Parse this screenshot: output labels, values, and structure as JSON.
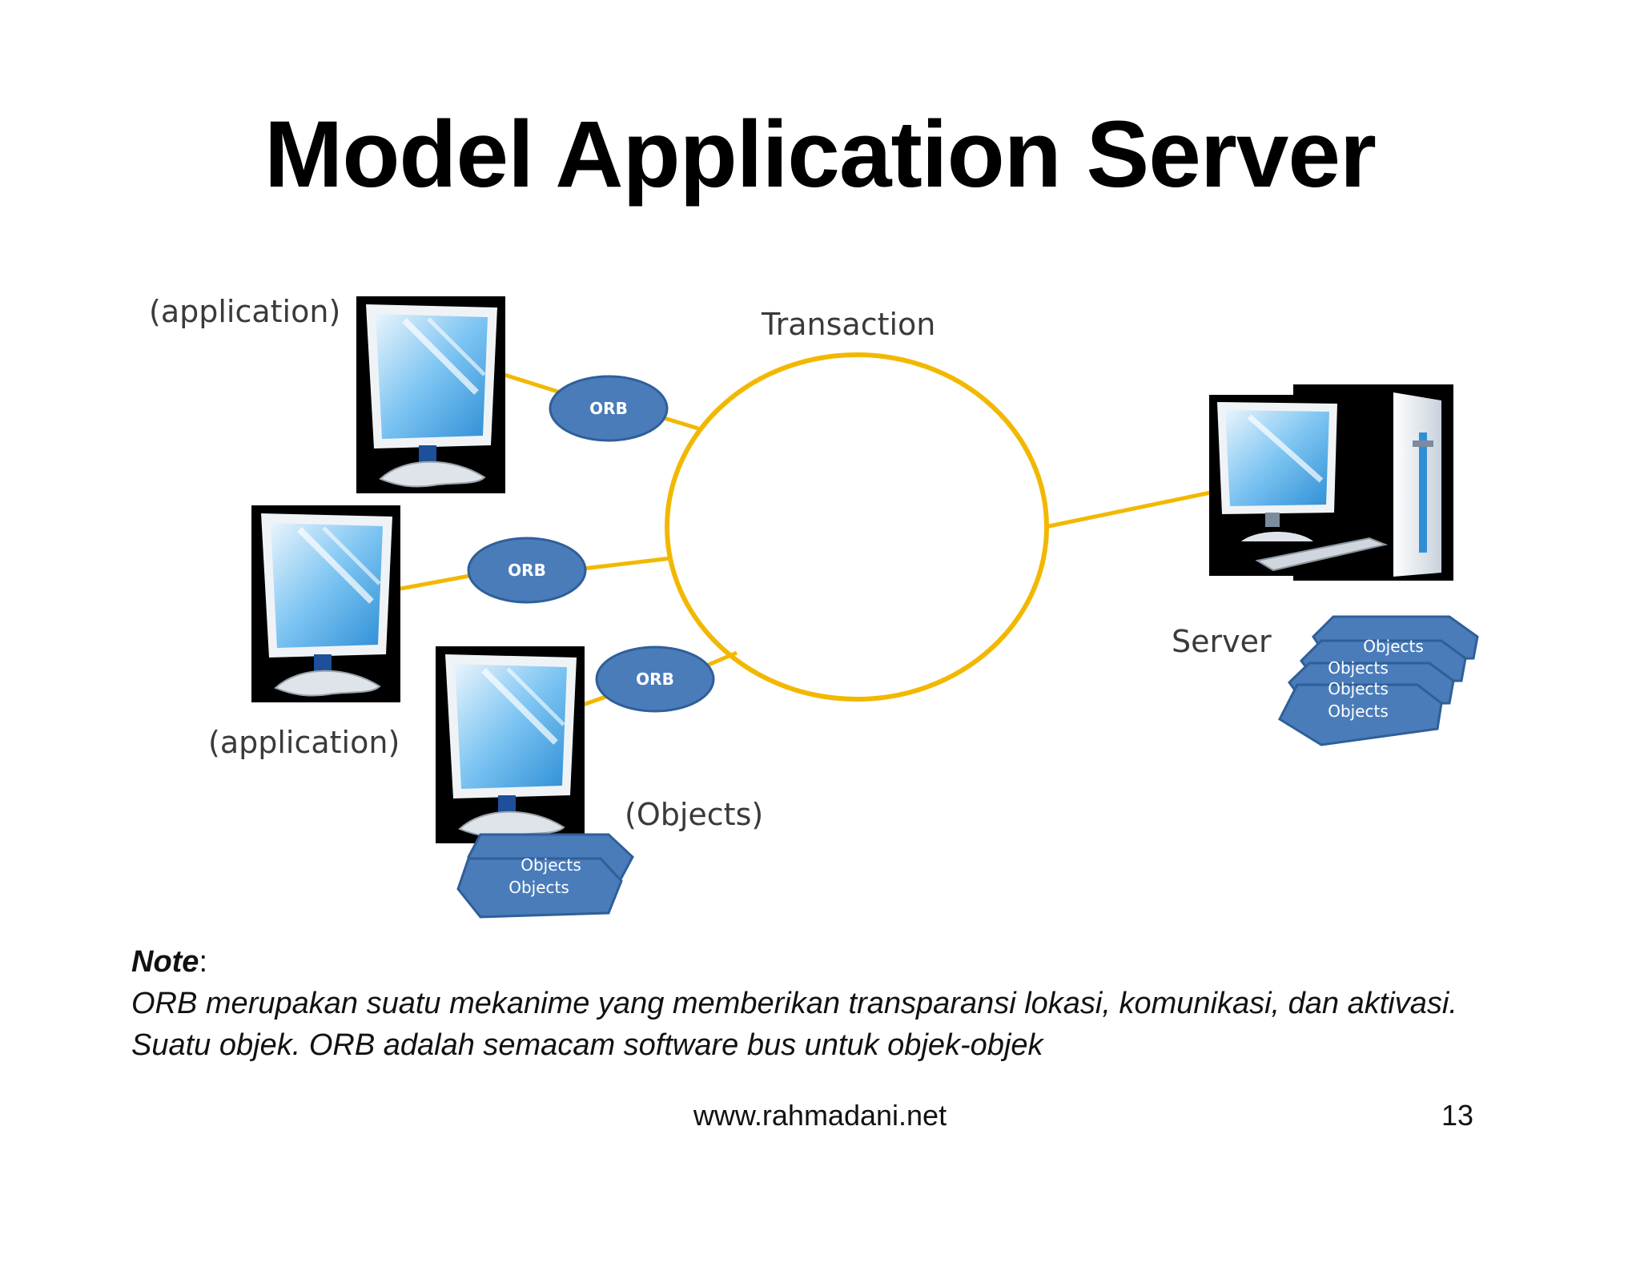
{
  "slide": {
    "title": "Model Application Server",
    "footer_url": "www.rahmadani.net",
    "page_number": "13"
  },
  "diagram": {
    "transaction_label": "Transaction",
    "server_label": "Server",
    "application_label_top": "(application)",
    "application_label_mid": "(application)",
    "objects_label": "(Objects)",
    "orb_labels": [
      "ORB",
      "ORB",
      "ORB"
    ],
    "client_objects": [
      "Objects",
      "Objects"
    ],
    "server_objects": [
      "Objects",
      "Objects",
      "Objects",
      "Objects"
    ],
    "colors": {
      "bus_line": "#F2B800",
      "orb_fill": "#4A7CBA",
      "orb_stroke": "#2F5F99",
      "screen_blue": "#4FA8E8",
      "monitor_frame": "#000000"
    }
  },
  "note": {
    "heading": "Note",
    "colon": ":",
    "text": "ORB merupakan suatu mekanime yang memberikan transparansi lokasi, komunikasi, dan aktivasi. Suatu objek. ORB adalah semacam software bus untuk objek-objek"
  }
}
